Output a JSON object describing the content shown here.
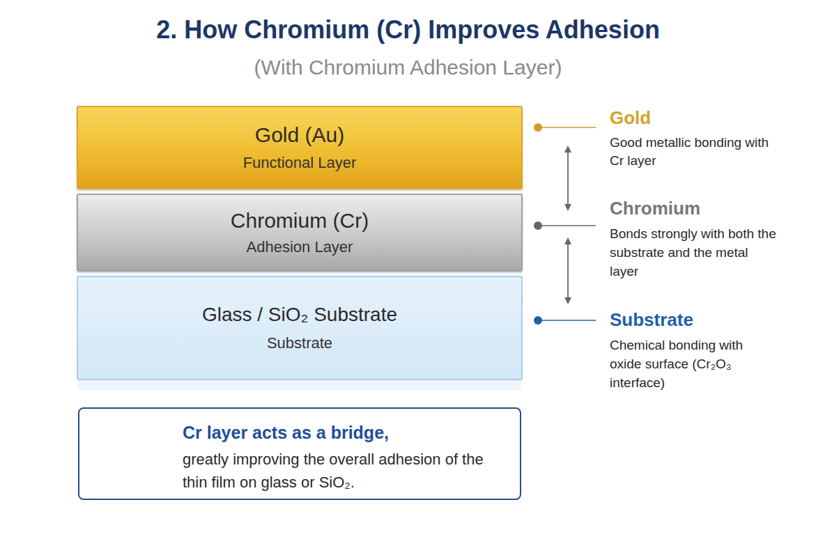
{
  "diagram": {
    "title": "2. How Chromium (Cr) Improves Adhesion",
    "nodes": [
      {
        "text": [
          "Gold (Au)",
          "Functional Layer"
        ]
      },
      {
        "text": [
          "Chromium (Cr)",
          "Adhesion Layer"
        ]
      },
      {
        "text": [
          "Glass / SiO₂ Substrate",
          "Substrate"
        ]
      },
      {
        "text": [
          "Cr layer acts as a bridge,",
          "greatly improving the overall adhesion of the thin film on glass or SiO₂."
        ]
      }
    ],
    "labels": [
      "(With Chromium Adhesion Layer)",
      "Gold",
      "Good metallic bonding with Cr layer",
      "Chromium",
      "Bonds strongly with both the substrate and the metal layer",
      "Substrate",
      "Chemical bonding with oxide surface (Cr₂O₃ interface)"
    ]
  }
}
